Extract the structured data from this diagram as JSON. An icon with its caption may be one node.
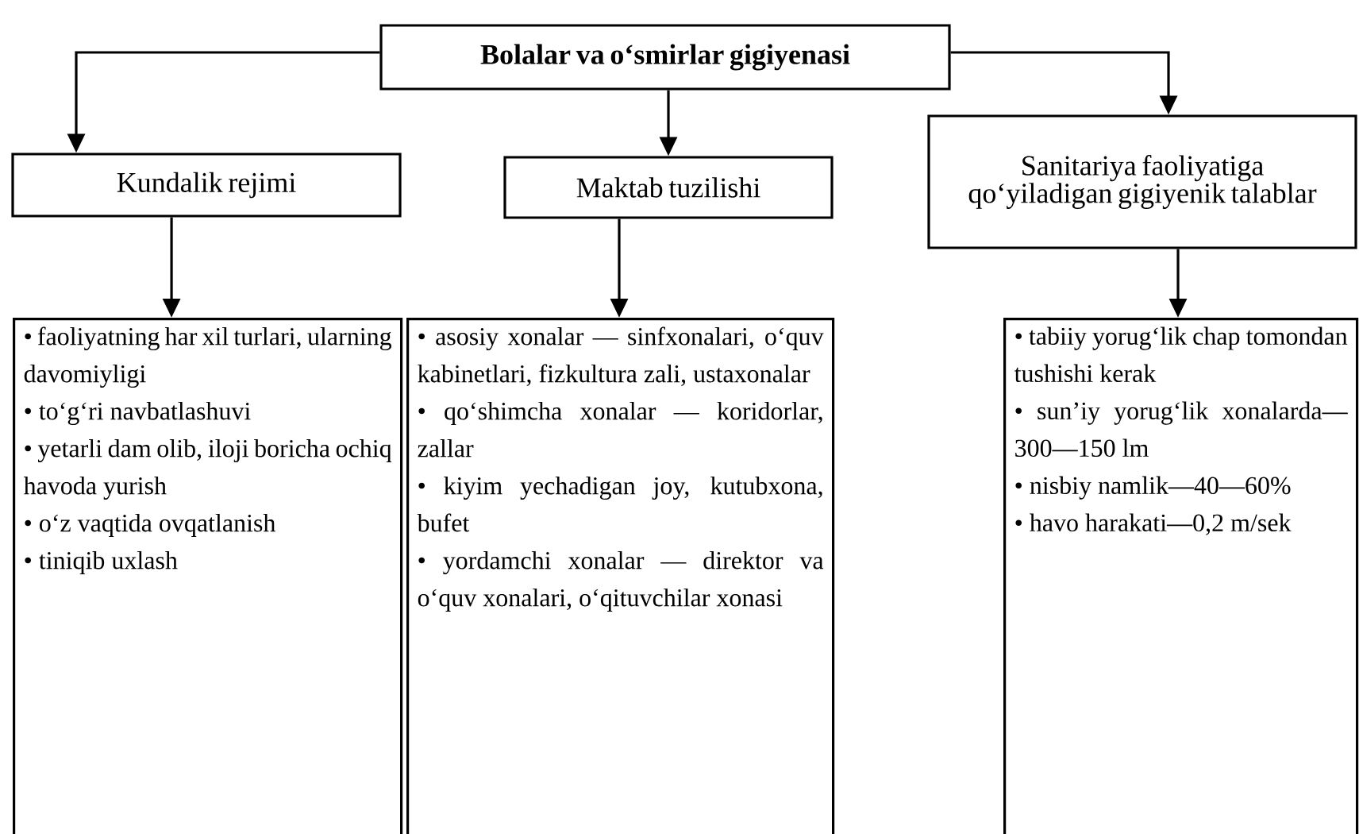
{
  "diagram": {
    "nodes": [
      {
        "text": [
          "Bolalar va o‘smirlar gigiyenasi"
        ]
      },
      {
        "text": [
          "Kundalik rejimi"
        ]
      },
      {
        "text": [
          "Maktab tuzilishi"
        ]
      },
      {
        "text": [
          "Sanitariya faoliyatiga qo‘yiladigan gigiyenik talablar"
        ]
      },
      {
        "text": [
          "• faoliyatning har xil turlari, ularning davomiyligi",
          "• to‘g‘ri navbatlashuvi",
          "• yetarli dam olib, iloji boricha ochiq havoda yurish",
          "• o‘z vaqtida ovqatlanish",
          "• tiniqib uxlash"
        ]
      },
      {
        "text": [
          "• asosiy xonalar — sinfxonalari, o‘quv kabinetlari, fizkultura zali, ustaxonalar",
          "• qo‘shimcha xonalar — koridorlar, zallar",
          "• kiyim yechadigan joy, kutubxona, bufet",
          "• yordamchi xonalar — direktor va o‘quv xonalari, o‘qituvchilar xonasi"
        ]
      },
      {
        "text": [
          "• tabiiy yorug‘lik chap tomondan tushishi kerak",
          "• sun’iy yorug‘lik xonalarda—300—150 lm",
          "• nisbiy namlik—40—60%",
          "• havo harakati—0,2 m/sek"
        ]
      }
    ],
    "edges": [
      {
        "from": 0,
        "to": 1,
        "arrow": "to"
      },
      {
        "from": 0,
        "to": 2,
        "arrow": "to"
      },
      {
        "from": 0,
        "to": 3,
        "arrow": "to"
      },
      {
        "from": 1,
        "to": 4,
        "arrow": "to"
      },
      {
        "from": 2,
        "to": 5,
        "arrow": "to"
      },
      {
        "from": 3,
        "to": 6,
        "arrow": "to"
      }
    ]
  }
}
